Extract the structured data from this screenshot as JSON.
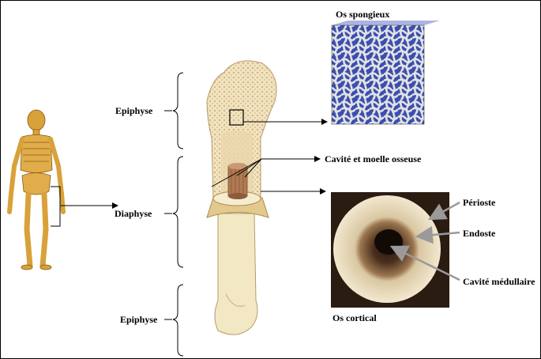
{
  "labels": {
    "os_spongieux": "Os spongieux",
    "epiphyse_top": "Epiphyse",
    "cavite_moelle": "Cavité et moelle osseuse",
    "diaphyse": "Diaphyse",
    "perioste": "Périoste",
    "endoste": "Endoste",
    "cavite_medullaire": "Cavité médullaire",
    "os_cortical": "Os cortical",
    "epiphyse_bottom": "Epiphyse"
  },
  "colors": {
    "bone_light": "#f3e8c4",
    "bone_spongy": "#d8b98a",
    "marrow": "#b07a54",
    "skeleton": "#d9a13a",
    "cortical_ring": "#e8dcc0",
    "spongy_bg": "#3a4aa8",
    "spongy_struts": "#dcdcdc"
  }
}
